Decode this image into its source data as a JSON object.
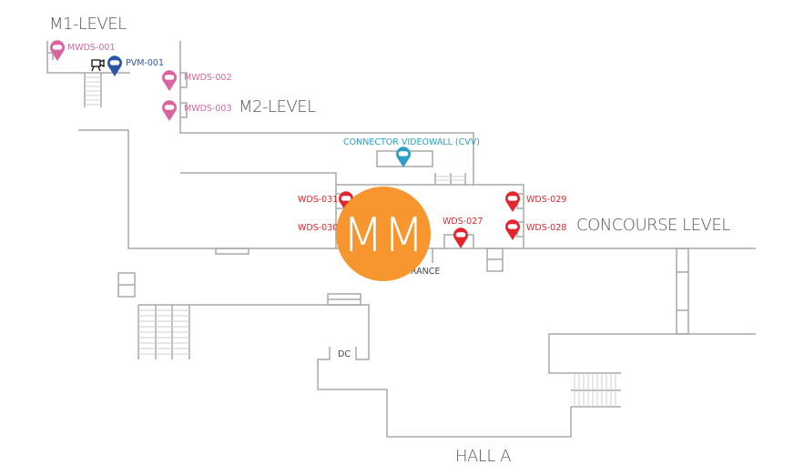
{
  "levels": {
    "m1": "M1-LEVEL",
    "m2": "M2-LEVEL",
    "concourse": "CONCOURSE LEVEL",
    "hall": "HALL A"
  },
  "rooms": {
    "dc": "DC",
    "entrance": "ENTRANCE"
  },
  "colors": {
    "mwds": "#d9649e",
    "pvm": "#2a56a6",
    "cvv": "#2b9fc7",
    "wds": "#e3262e",
    "badge": "#f7962e",
    "wall": "#a8a8a8"
  },
  "markers": {
    "mwds001": "MWDS-001",
    "pvm001": "PVM-001",
    "mwds002": "MWDS-002",
    "mwds003": "MWDS-003",
    "cvv": "CONNECTOR VIDEOWALL (CVV)",
    "wds031": "WDS-031",
    "wds030": "WDS-030",
    "wds029": "WDS-029",
    "wds028": "WDS-028",
    "wds027": "WDS-027"
  },
  "badge": {
    "initials": "MM"
  },
  "icons": {
    "camera": "video-camera-icon",
    "pin": "map-pin-icon"
  }
}
